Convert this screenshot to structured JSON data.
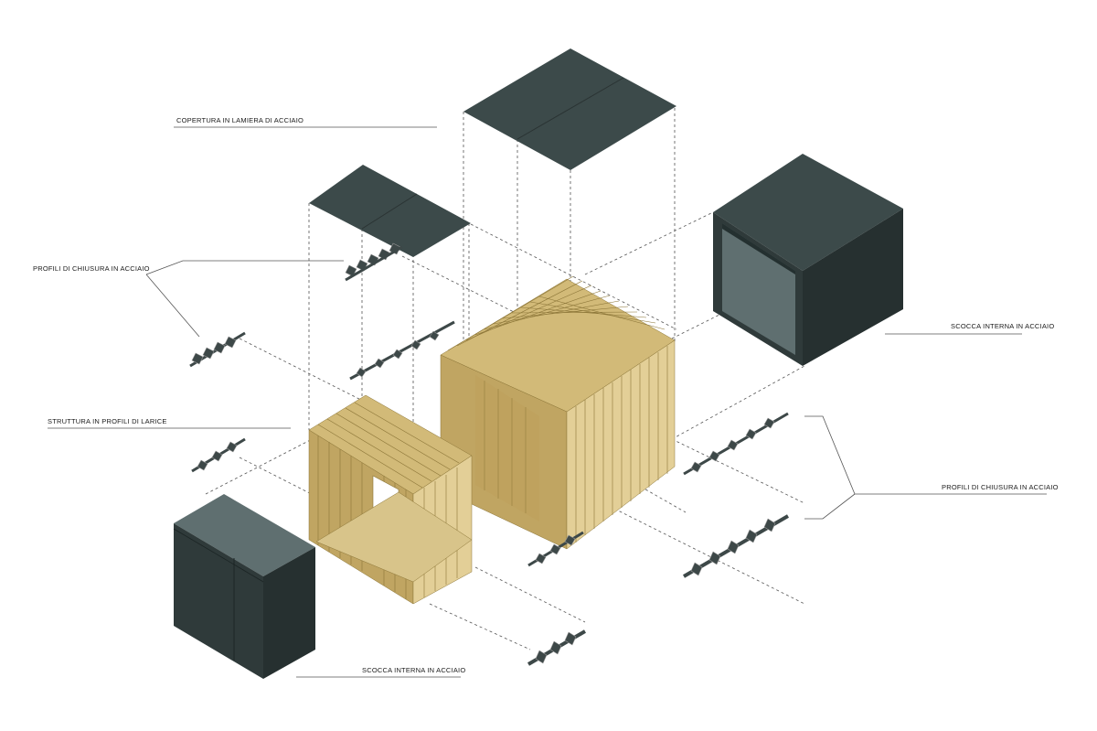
{
  "labels": {
    "roof": "COPERTURA IN LAMIERA DI ACCIAIO",
    "profiles_left": "PROFILI DI CHIUSURA IN ACCIAIO",
    "structure": "STRUTTURA IN PROFILI DI LARICE",
    "shell_right": "SCOCCA INTERNA IN ACCIAIO",
    "profiles_right": "PROFILI DI CHIUSURA IN ACCIAIO",
    "shell_bottom": "SCOCCA INTERNA IN ACCIAIO"
  },
  "colors": {
    "steel_dark": "#2f3a3a",
    "steel_light": "#5f6f70",
    "larch": "#d2ba78"
  }
}
